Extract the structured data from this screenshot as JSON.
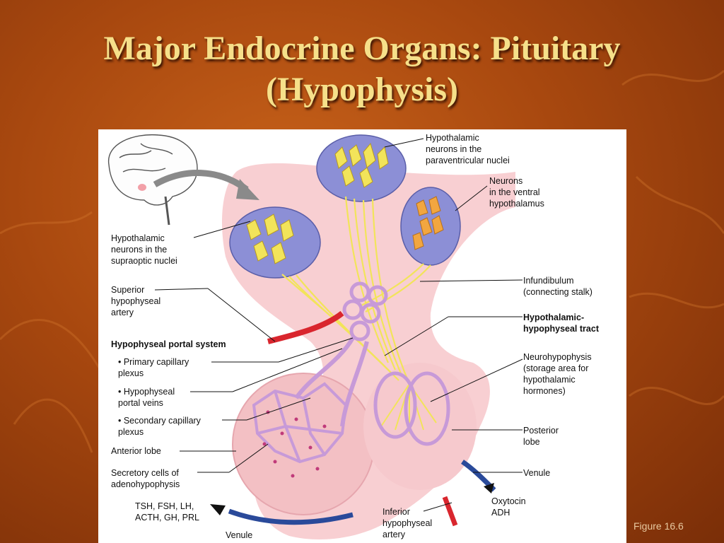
{
  "slide": {
    "title_line1": "Major Endocrine Organs: Pituitary",
    "title_line2": "(Hypophysis)",
    "figure_caption": "Figure 16.6"
  },
  "labels": {
    "paraventricular": "Hypothalamic\nneurons in the\nparaventricular nuclei",
    "ventral": "Neurons\nin the ventral\nhypothalamus",
    "supraoptic": "Hypothalamic\nneurons in the\nsupraoptic nuclei",
    "superior_artery": "Superior\nhypophyseal\nartery",
    "infundibulum": "Infundibulum\n(connecting stalk)",
    "tract": "Hypothalamic-\nhypophyseal tract",
    "portal_system": "Hypophyseal portal system",
    "primary_plexus": "• Primary capillary\n   plexus",
    "portal_veins": "• Hypophyseal\n   portal veins",
    "secondary_plexus": "• Secondary capillary\n   plexus",
    "neurohypophysis": "Neurohypophysis\n(storage area for\nhypothalamic\nhormones)",
    "posterior_lobe": "Posterior\nlobe",
    "anterior_lobe": "Anterior lobe",
    "secretory_cells": "Secretory cells of\nadenohypophysis",
    "venule_right": "Venule",
    "oxytocin_adh": "Oxytocin\nADH",
    "anterior_hormones": "TSH, FSH, LH,\nACTH, GH, PRL",
    "inferior_artery": "Inferior\nhypophyseal\nartery",
    "venule_bottom": "Venule"
  },
  "colors": {
    "title": "#f6e08a",
    "tissue_pink": "#f8cfd2",
    "portal_purple": "#c79ad8",
    "artery_red": "#d9262e",
    "vein_blue": "#2a4a9a",
    "axon_yellow": "#f2e45a",
    "nucleus_blue": "#8c8fd6"
  }
}
